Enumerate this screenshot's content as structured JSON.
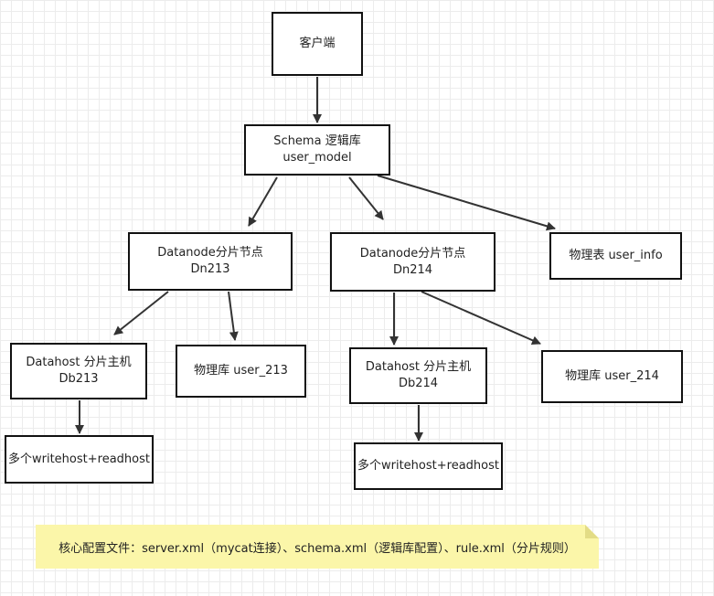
{
  "diagram": {
    "nodes": {
      "client": {
        "line1": "客户端"
      },
      "schema": {
        "line1": "Schema 逻辑库",
        "line2": "user_model"
      },
      "datanode213": {
        "line1": "Datanode分片节点",
        "line2": "Dn213"
      },
      "datanode214": {
        "line1": "Datanode分片节点",
        "line2": "Dn214"
      },
      "table_user_info": {
        "line1": "物理表 user_info"
      },
      "datahost213": {
        "line1": "Datahost 分片主机",
        "line2": "Db213"
      },
      "physdb213": {
        "line1": "物理库 user_213"
      },
      "datahost214": {
        "line1": "Datahost 分片主机",
        "line2": "Db214"
      },
      "physdb214": {
        "line1": "物理库 user_214"
      },
      "hosts213": {
        "line1": "多个writehost+readhost"
      },
      "hosts214": {
        "line1": "多个writehost+readhost"
      }
    },
    "edges": [
      {
        "from": "client",
        "to": "schema"
      },
      {
        "from": "schema",
        "to": "datanode213"
      },
      {
        "from": "schema",
        "to": "datanode214"
      },
      {
        "from": "schema",
        "to": "table_user_info"
      },
      {
        "from": "datanode213",
        "to": "datahost213"
      },
      {
        "from": "datanode213",
        "to": "physdb213"
      },
      {
        "from": "datanode214",
        "to": "datahost214"
      },
      {
        "from": "datanode214",
        "to": "physdb214"
      },
      {
        "from": "datahost213",
        "to": "hosts213"
      },
      {
        "from": "datahost214",
        "to": "hosts214"
      }
    ],
    "note": "核心配置文件：server.xml（mycat连接）、schema.xml（逻辑库配置）、rule.xml（分片规则）",
    "colors": {
      "node_border": "#111111",
      "node_fill": "#ffffff",
      "arrow": "#333333",
      "note_fill": "#fbf6a9"
    }
  }
}
